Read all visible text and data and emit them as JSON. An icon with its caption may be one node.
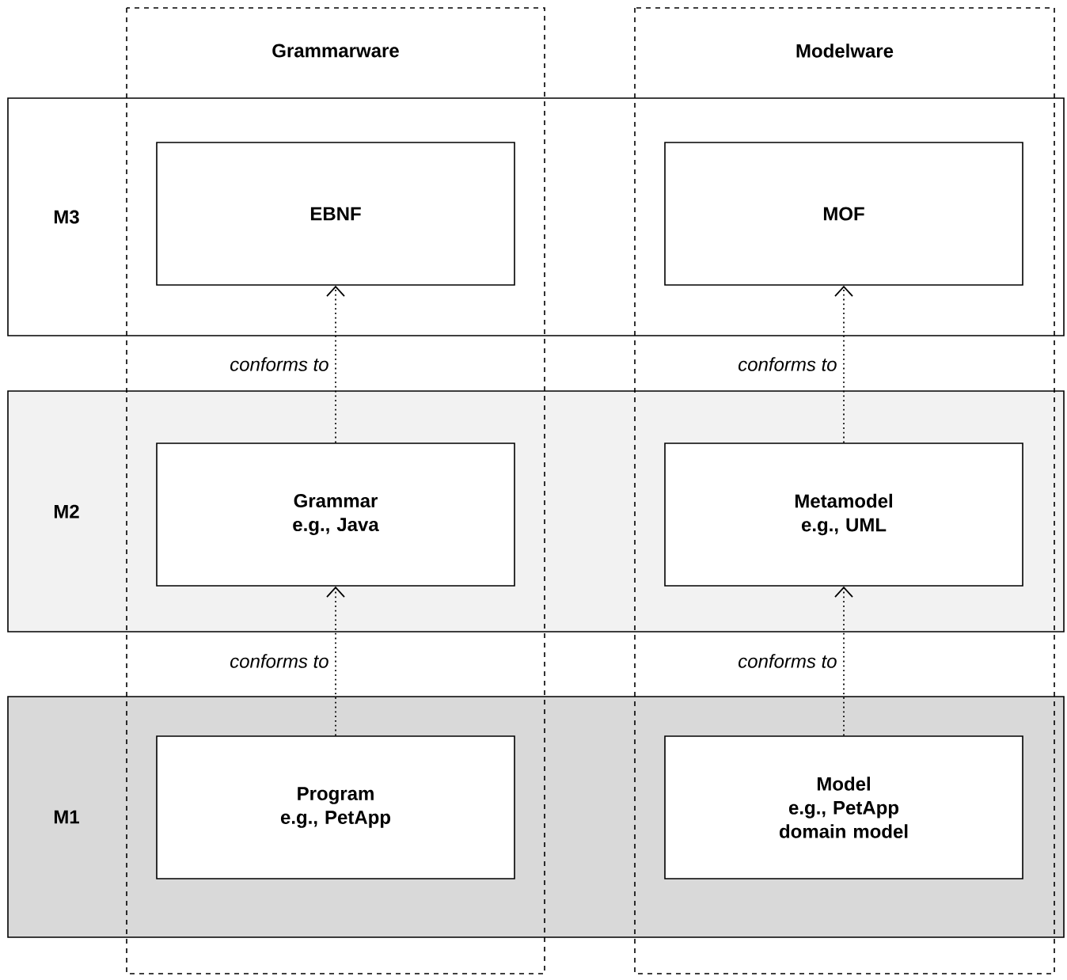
{
  "diagram": {
    "nodes": [
      {
        "text": [
          "EBNF"
        ]
      },
      {
        "text": [
          "MOF"
        ]
      },
      {
        "text": [
          "Grammar",
          "e.g., Java"
        ]
      },
      {
        "text": [
          "Metamodel",
          "e.g., UML"
        ]
      },
      {
        "text": [
          "Program",
          "e.g., PetApp"
        ]
      },
      {
        "text": [
          "Model",
          "e.g., PetApp domain model"
        ]
      }
    ],
    "edges": [
      {
        "from": 2,
        "to": 0,
        "arrow": "to",
        "label": "conforms to"
      },
      {
        "from": 3,
        "to": 1,
        "arrow": "to",
        "label": "conforms to"
      },
      {
        "from": 4,
        "to": 2,
        "arrow": "to",
        "label": "conforms to"
      },
      {
        "from": 5,
        "to": 3,
        "arrow": "to",
        "label": "conforms to"
      }
    ],
    "labels": [
      "Grammarware",
      "Modelware",
      "M3",
      "M2",
      "M1"
    ]
  }
}
